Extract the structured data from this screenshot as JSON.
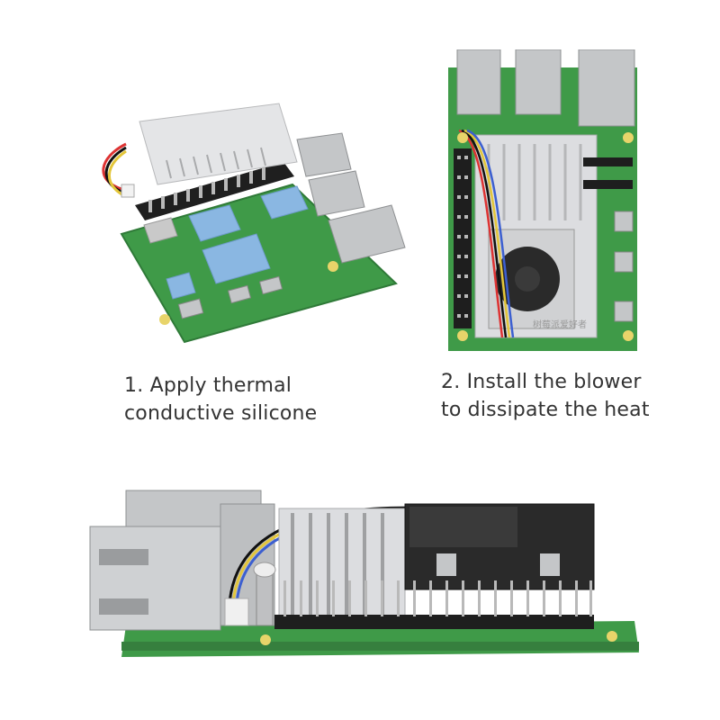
{
  "step1": {
    "line1": "1. Apply thermal",
    "line2": "conductive silicone"
  },
  "step2": {
    "line1": "2. Install the blower",
    "line2": "to dissipate the heat"
  },
  "watermark": "树莓派爱好者",
  "colors": {
    "pcb": "#3f9a48",
    "heatsink": "#d9dadc",
    "thermal_pad": "#8ab7e2",
    "header": "#1e1e1e",
    "port_metal": "#c4c6c8"
  }
}
